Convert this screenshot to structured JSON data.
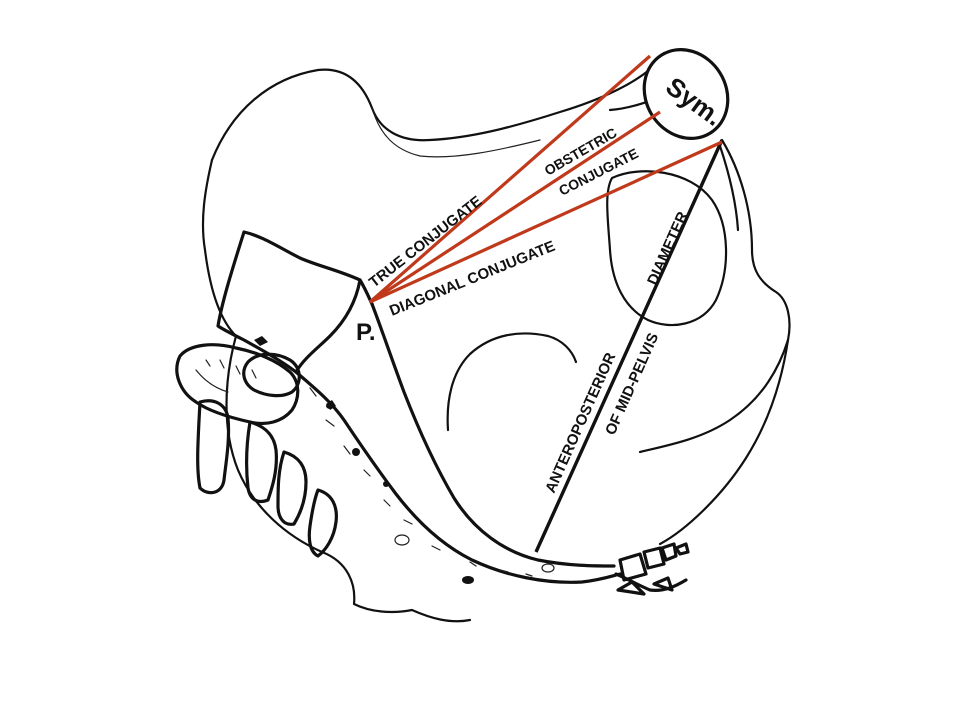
{
  "colors": {
    "conjugate_lines": "#c0391b",
    "outline": "#111111",
    "background": "#ffffff"
  },
  "labels": {
    "symphysis": "Sym.",
    "promontory": "P.",
    "true_conjugate": "TRUE CONJUGATE",
    "obstetric": "OBSTETRIC",
    "conjugate": "CONJUGATE",
    "diagonal_conjugate": "DIAGONAL CONJUGATE",
    "anteroposterior": "ANTEROPOSTERIOR",
    "diameter": "DIAMETER",
    "of_mid_pelvis": "OF MID-PELVIS"
  },
  "measurements": [
    {
      "name": "true conjugate",
      "color": "#c0391b"
    },
    {
      "name": "obstetric conjugate",
      "color": "#c0391b"
    },
    {
      "name": "diagonal conjugate",
      "color": "#c0391b"
    },
    {
      "name": "anteroposterior diameter of mid-pelvis",
      "color": "#111111"
    }
  ]
}
